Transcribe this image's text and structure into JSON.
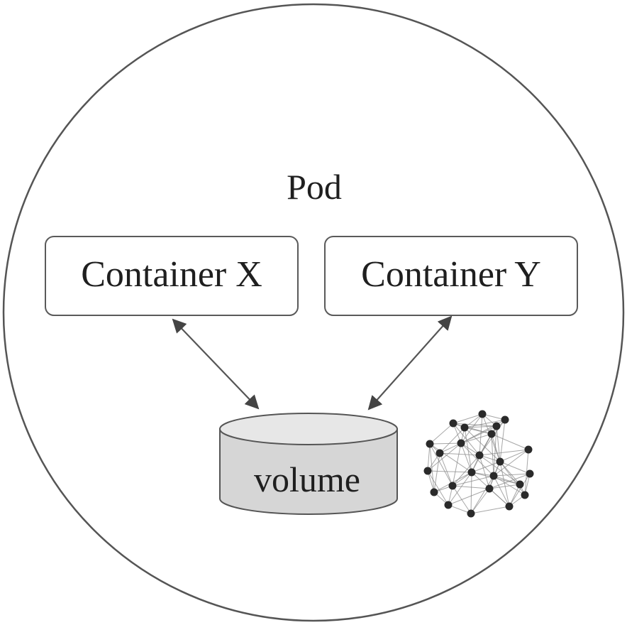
{
  "pod": {
    "label": "Pod"
  },
  "containers": [
    {
      "label": "Container X"
    },
    {
      "label": "Container Y"
    }
  ],
  "volume": {
    "label": "volume"
  },
  "colors": {
    "outline": "#555555",
    "volume_fill": "#d6d6d6",
    "text": "#1f1f1f"
  },
  "icons": [
    "network-graph-icon"
  ]
}
